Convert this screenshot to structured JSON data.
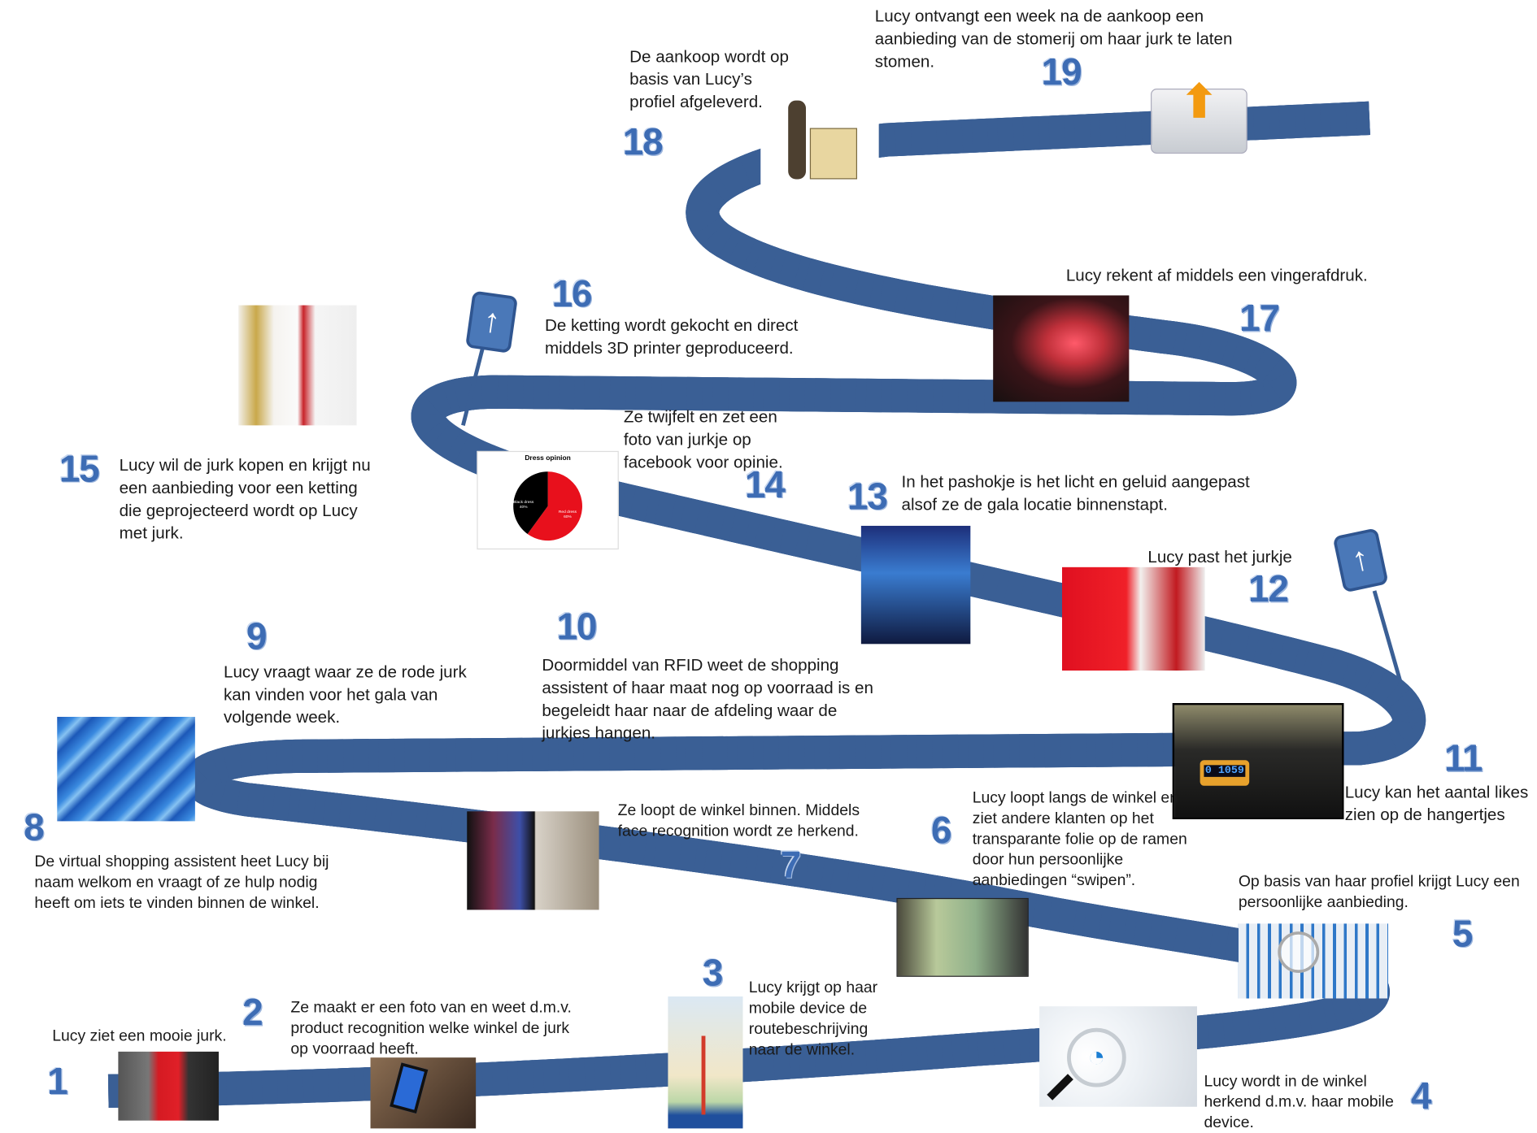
{
  "steps": [
    {
      "num": "1",
      "text": "Lucy ziet een mooie jurk."
    },
    {
      "num": "2",
      "text": "Ze maakt er een foto van en weet d.m.v. product recognition welke winkel de jurk op voorraad heeft."
    },
    {
      "num": "3",
      "text": "Lucy krijgt op haar mobile device de routebeschrijving naar de winkel."
    },
    {
      "num": "4",
      "text": "Lucy wordt in de winkel herkend d.m.v. haar mobile device."
    },
    {
      "num": "5",
      "text": "Op basis van haar profiel krijgt Lucy een persoonlijke aanbieding."
    },
    {
      "num": "6",
      "text": "Lucy loopt langs de winkel en ziet andere klanten op het transparante folie op de ramen door hun persoonlijke aanbiedingen “swipen”."
    },
    {
      "num": "7",
      "text": "Ze loopt de winkel binnen.  Middels face recognition wordt ze herkend."
    },
    {
      "num": "8",
      "text": "De virtual shopping assistent heet Lucy bij naam welkom en vraagt of ze hulp nodig heeft om iets te vinden binnen de winkel."
    },
    {
      "num": "9",
      "text": "Lucy vraagt waar ze de rode jurk kan vinden voor het gala van volgende week."
    },
    {
      "num": "10",
      "text": "Doormiddel van RFID weet de shopping assistent of haar maat nog op voorraad is en begeleidt  haar naar de afdeling waar de jurkjes hangen."
    },
    {
      "num": "11",
      "text": "Lucy kan het aantal likes zien op de hangertjes"
    },
    {
      "num": "12",
      "text": "Lucy past het jurkje"
    },
    {
      "num": "13",
      "text": "In het pashokje is het licht en geluid aangepast alsof ze de gala locatie binnenstapt."
    },
    {
      "num": "14",
      "text": "Ze twijfelt en zet een foto van jurkje op facebook voor opinie."
    },
    {
      "num": "15",
      "text": "Lucy wil de jurk kopen en krijgt nu een aanbieding voor een ketting die geprojecteerd wordt op Lucy met jurk."
    },
    {
      "num": "16",
      "text": "De ketting wordt gekocht en direct middels 3D printer geproduceerd."
    },
    {
      "num": "17",
      "text": "Lucy rekent af middels een vingerafdruk."
    },
    {
      "num": "18",
      "text": "De aankoop wordt op basis van Lucy’s profiel afgeleverd."
    },
    {
      "num": "19",
      "text": "Lucy ontvangt een week na de aankoop een aanbieding van de stomerij om haar jurk te laten stomen."
    }
  ],
  "pie": {
    "title": "Dress opinion",
    "black_label": "Black dress",
    "black_pct": "40%",
    "red_label": "Red dress",
    "red_pct": "60%",
    "black_value": 40,
    "red_value": 60
  },
  "counter_display": "0 1059",
  "colors": {
    "road": "#3a5f95",
    "number": "#3d6cb4"
  }
}
